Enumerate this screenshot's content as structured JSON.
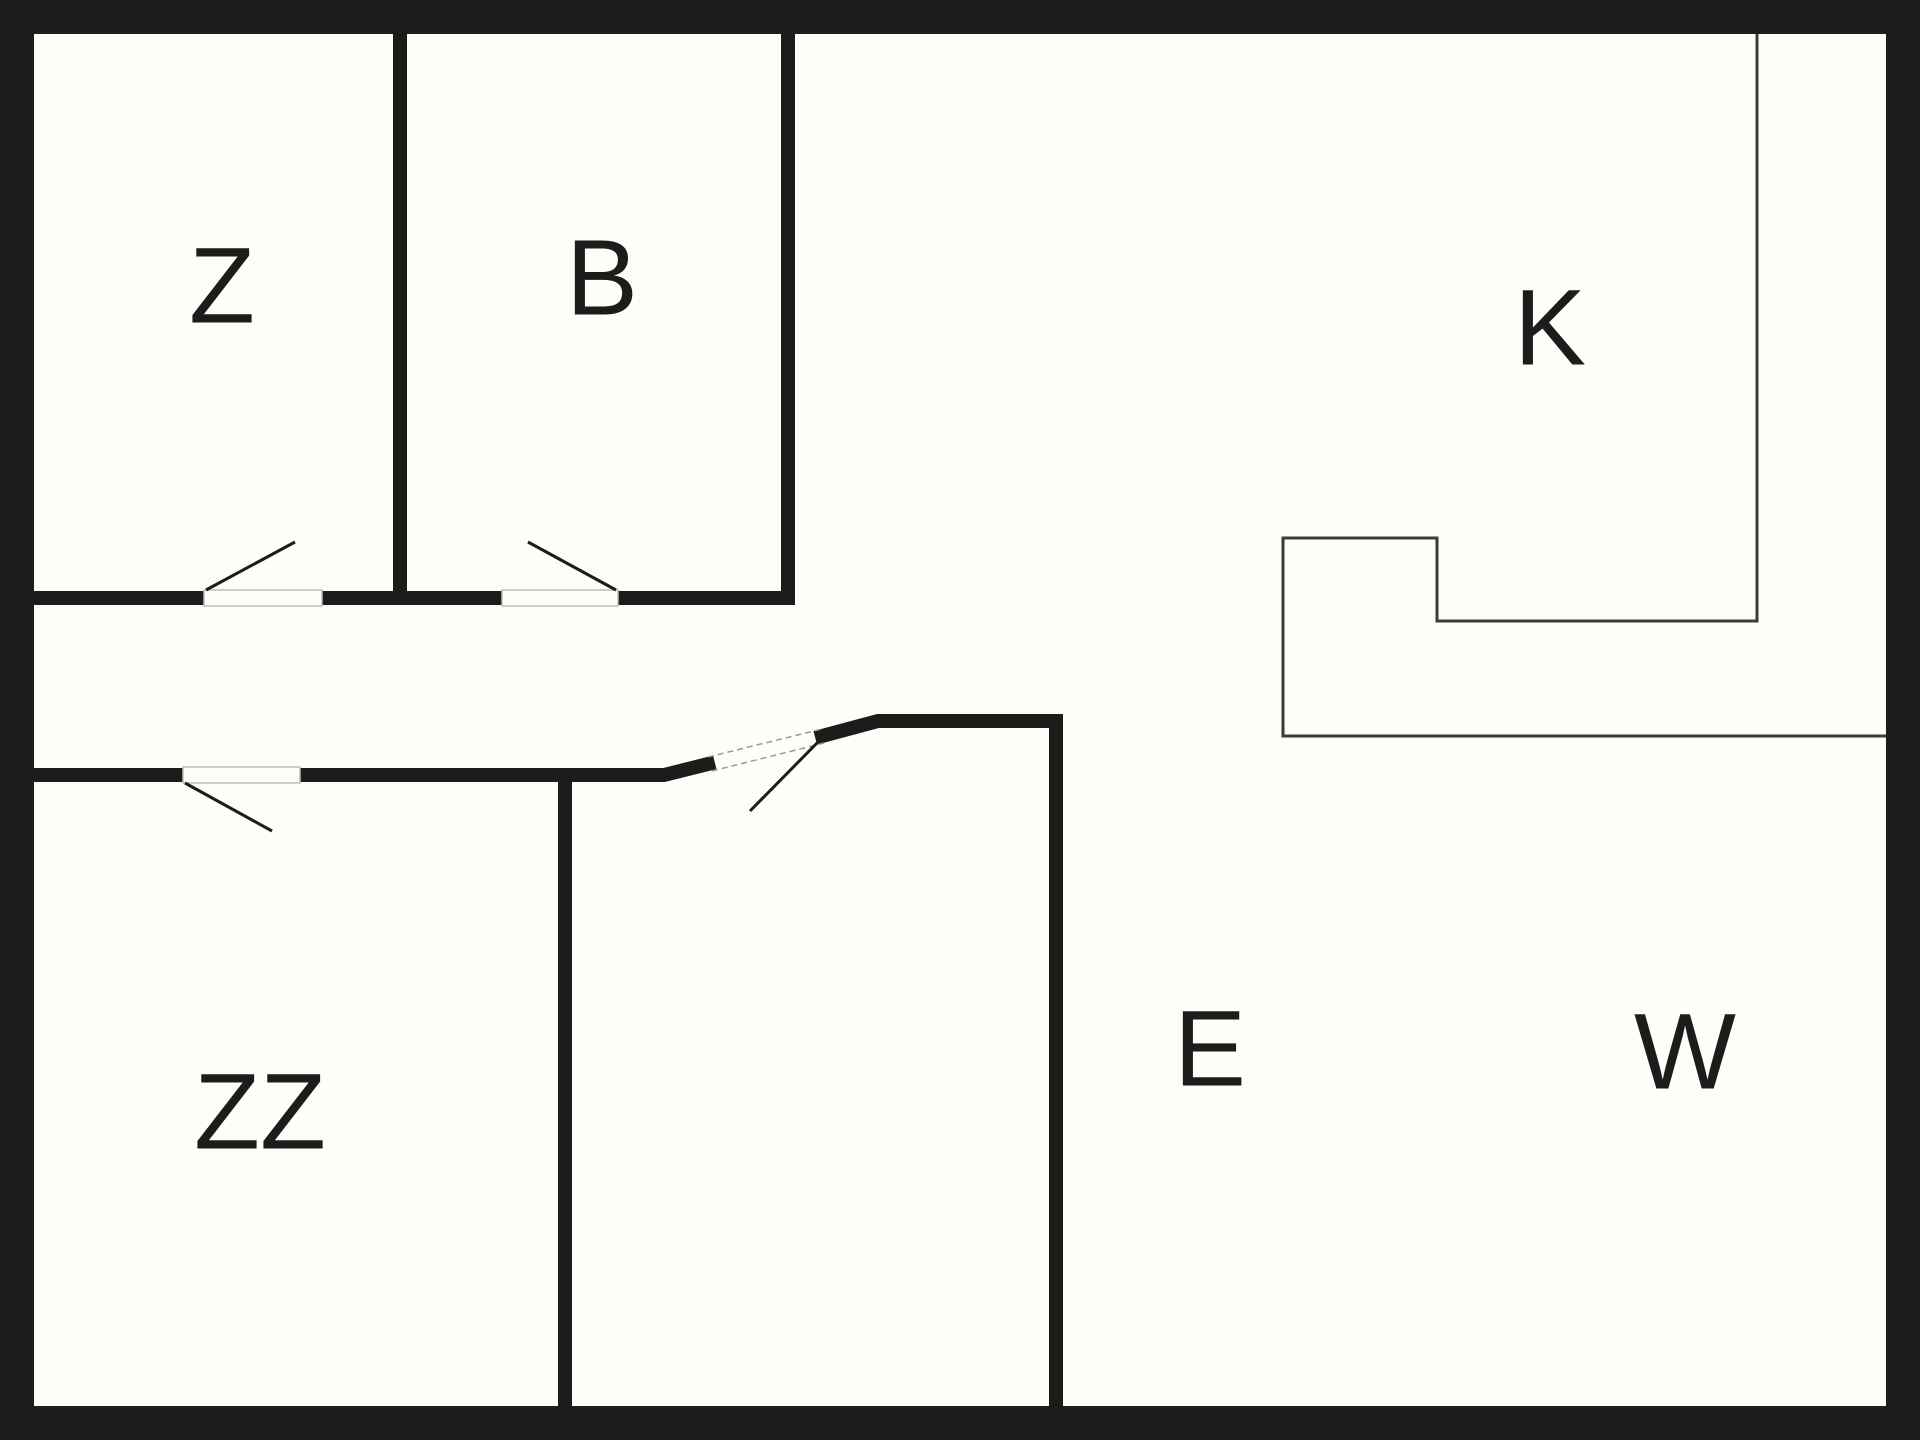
{
  "rooms": {
    "z": "Z",
    "b": "B",
    "k": "K",
    "zz": "ZZ",
    "e": "E",
    "w": "W"
  },
  "colors": {
    "background": "#fdfef7",
    "wall": "#1c1c1c"
  }
}
